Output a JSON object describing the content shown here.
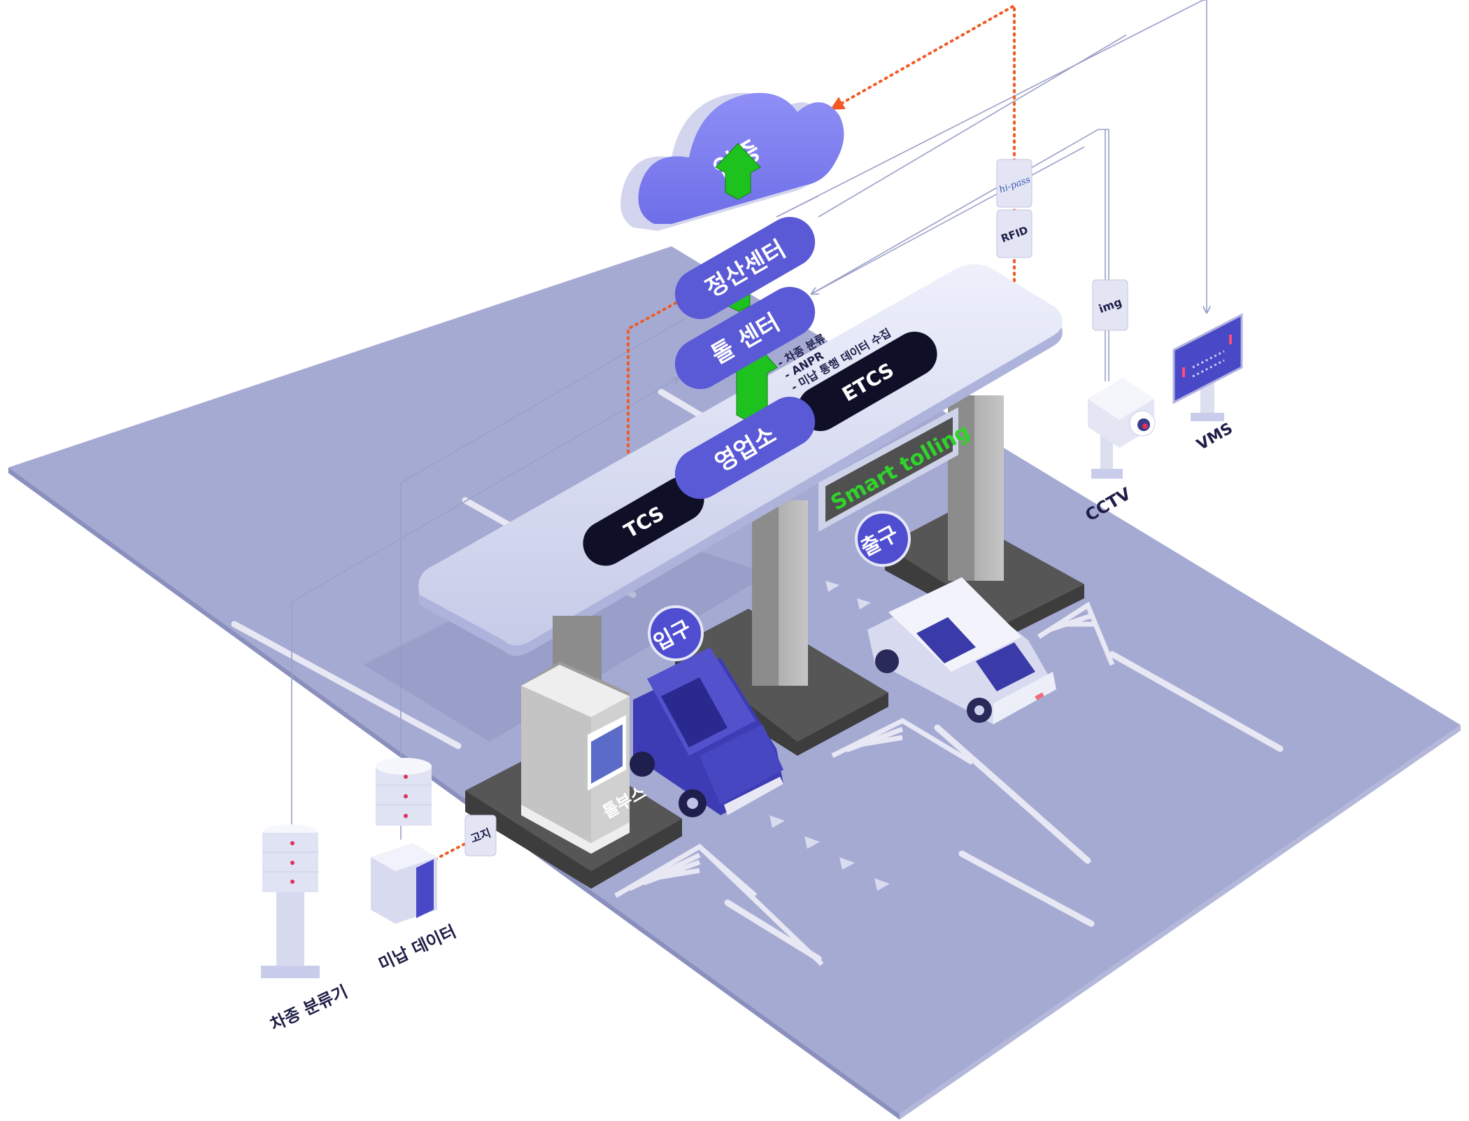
{
  "labels": {
    "cloud": "인증",
    "settlement_center": "정산센터",
    "toll_center": "톨 센터",
    "business_office": "영업소",
    "tcs": "TCS",
    "etcs": "ETCS",
    "toll_center_notes": [
      "- 차종 분류",
      "- ANPR",
      "- 미납 통행 데이터 수집"
    ],
    "hipass": "hi-pass",
    "rfid": "RFID",
    "img": "img",
    "cctv": "CCTV",
    "vms": "VMS",
    "smart_tolling": "Smart tolling",
    "exit": "출구",
    "entrance": "입구",
    "toll_booth": "톨부스",
    "notify": "고지",
    "unpaid_data": "미납 데이터",
    "vehicle_classifier": "차종 분류기"
  },
  "colors": {
    "ground": "#a5aad3",
    "canopy": "#d7dbef",
    "pill_purple": "#5a59d6",
    "pill_dark": "#0f0f28",
    "cloud": "#7d7df2",
    "arrow_green": "#1ec21e",
    "dotted_orange": "#f15a24",
    "connector": "#9aa0c8",
    "label_dark": "#1e1e48",
    "sign_text": "#31d22c"
  }
}
